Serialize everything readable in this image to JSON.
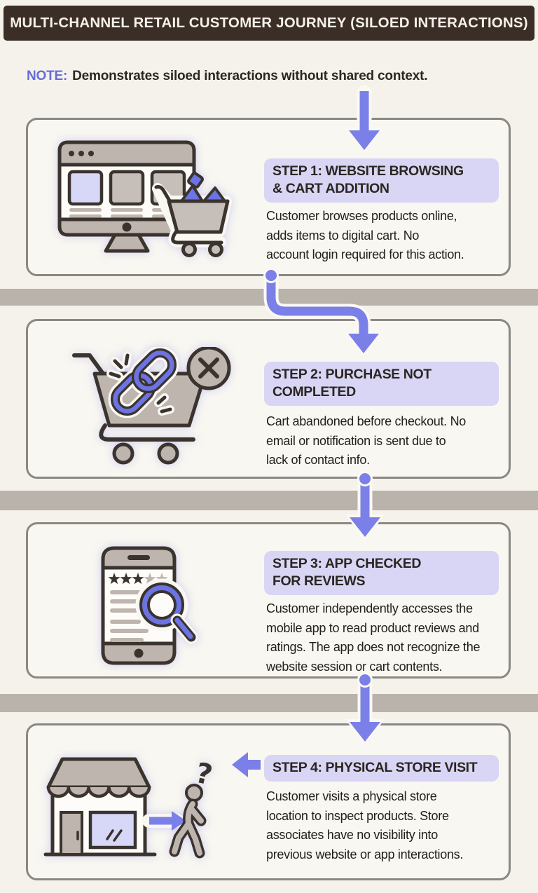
{
  "header": {
    "title": "MULTI-CHANNEL RETAIL CUSTOMER JOURNEY (SILOED INTERACTIONS)"
  },
  "note": {
    "label": "NOTE:",
    "text": "Demonstrates siloed interactions without shared context."
  },
  "colors": {
    "header_bg": "#3b2e26",
    "page_bg": "#f5f2eb",
    "card_bg": "#f9f7f1",
    "card_border": "#8b8884",
    "divider": "#bab3ac",
    "badge_bg": "#d8d6f4",
    "accent_arrow": "#7b80e8",
    "note_accent": "#666dd6",
    "icon_ink": "#3a332e",
    "icon_gray": "#bdb5ae",
    "icon_lavender": "#d7d7f8",
    "icon_purple": "#6c73e2"
  },
  "steps": [
    {
      "icon": "desktop-browser-cart-icon",
      "title_lines": [
        "STEP 1: WEBSITE BROWSING",
        "& CART ADDITION"
      ],
      "body_lines": [
        "Customer browses products online,",
        "adds items to digital cart. No",
        "account login required for this action."
      ]
    },
    {
      "icon": "abandoned-cart-broken-link-icon",
      "title_lines": [
        "STEP 2: PURCHASE NOT",
        "COMPLETED"
      ],
      "body_lines": [
        "Cart abandoned before checkout. No",
        "email or notification is sent due to",
        "lack of contact info."
      ]
    },
    {
      "icon": "mobile-app-reviews-search-icon",
      "title_lines": [
        "STEP 3: APP CHECKED",
        "FOR REVIEWS"
      ],
      "body_lines": [
        "Customer independently accesses the",
        "mobile app to read product reviews and",
        "ratings. The app does not recognize the",
        "website session or cart contents."
      ]
    },
    {
      "icon": "storefront-visitor-icon",
      "title_lines": [
        "STEP 4: PHYSICAL STORE VISIT"
      ],
      "body_lines": [
        "Customer visits a physical store",
        "location to inspect products. Store",
        "associates have no visibility into",
        "previous website or app interactions."
      ]
    }
  ]
}
